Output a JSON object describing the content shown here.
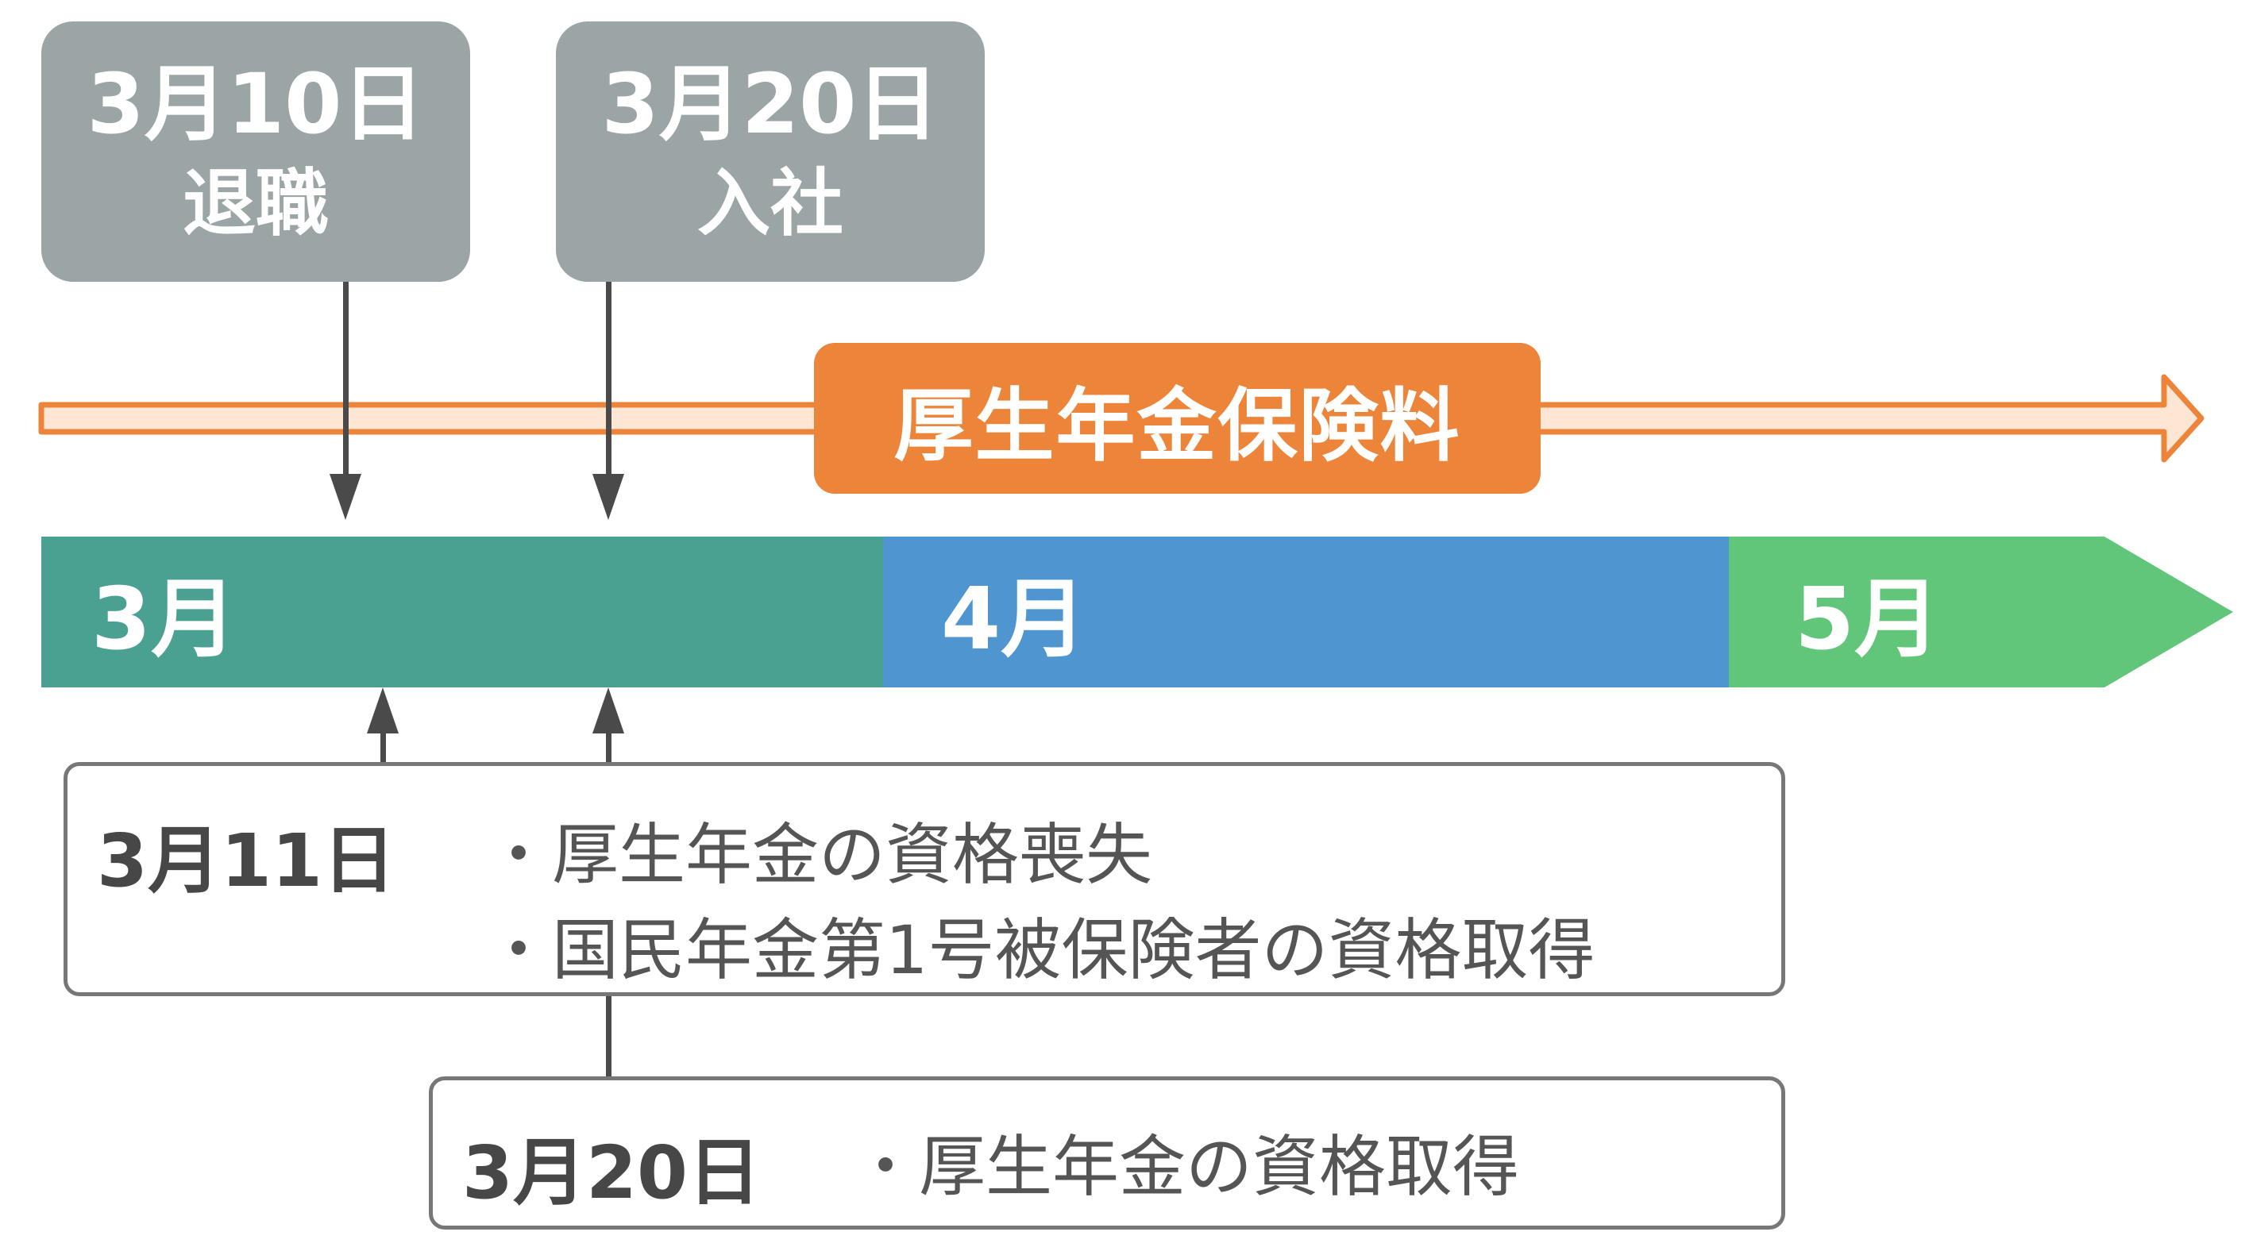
{
  "events": [
    {
      "date": "3月10日",
      "label": "退職"
    },
    {
      "date": "3月20日",
      "label": "入社"
    }
  ],
  "pension_label": "厚生年金保険料",
  "months": [
    {
      "label": "3月",
      "color": "#4aa192"
    },
    {
      "label": "4月",
      "color": "#4f96d1"
    },
    {
      "label": "5月",
      "color": "#62c67a"
    }
  ],
  "info": [
    {
      "date": "3月11日",
      "items": [
        "・厚生年金の資格喪失",
        "・国民年金第1号被保険者の資格取得"
      ]
    },
    {
      "date": "3月20日",
      "items": [
        "・厚生年金の資格取得"
      ]
    }
  ],
  "colors": {
    "event_box": "#9ba5a6",
    "pension_orange": "#ec843a",
    "pension_arrow_fill": "#fde6d4",
    "connector": "#4a4a4a",
    "info_border": "#777777"
  }
}
